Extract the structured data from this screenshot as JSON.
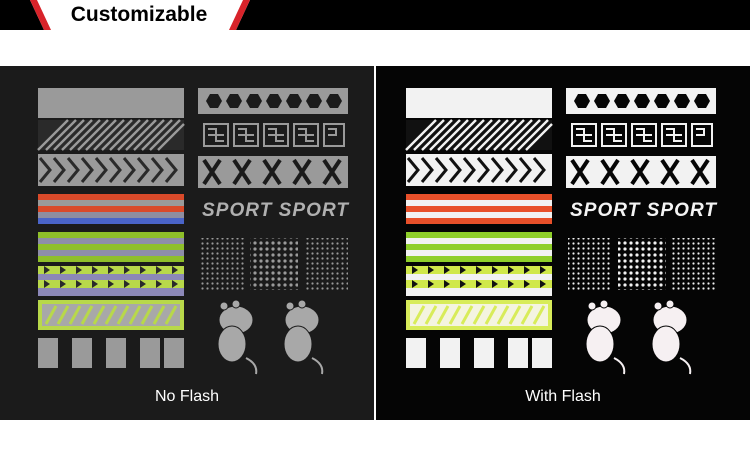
{
  "header": {
    "title": "Customizable",
    "accent_color": "#d8232a",
    "bar_color": "#000000"
  },
  "panels": [
    {
      "caption": "No Flash",
      "tone": "gray"
    },
    {
      "caption": "With Flash",
      "tone": "white"
    }
  ],
  "sport_text": "SPORT SPORT",
  "icons": [
    "moomin-character-icon",
    "moomin-character-icon"
  ]
}
